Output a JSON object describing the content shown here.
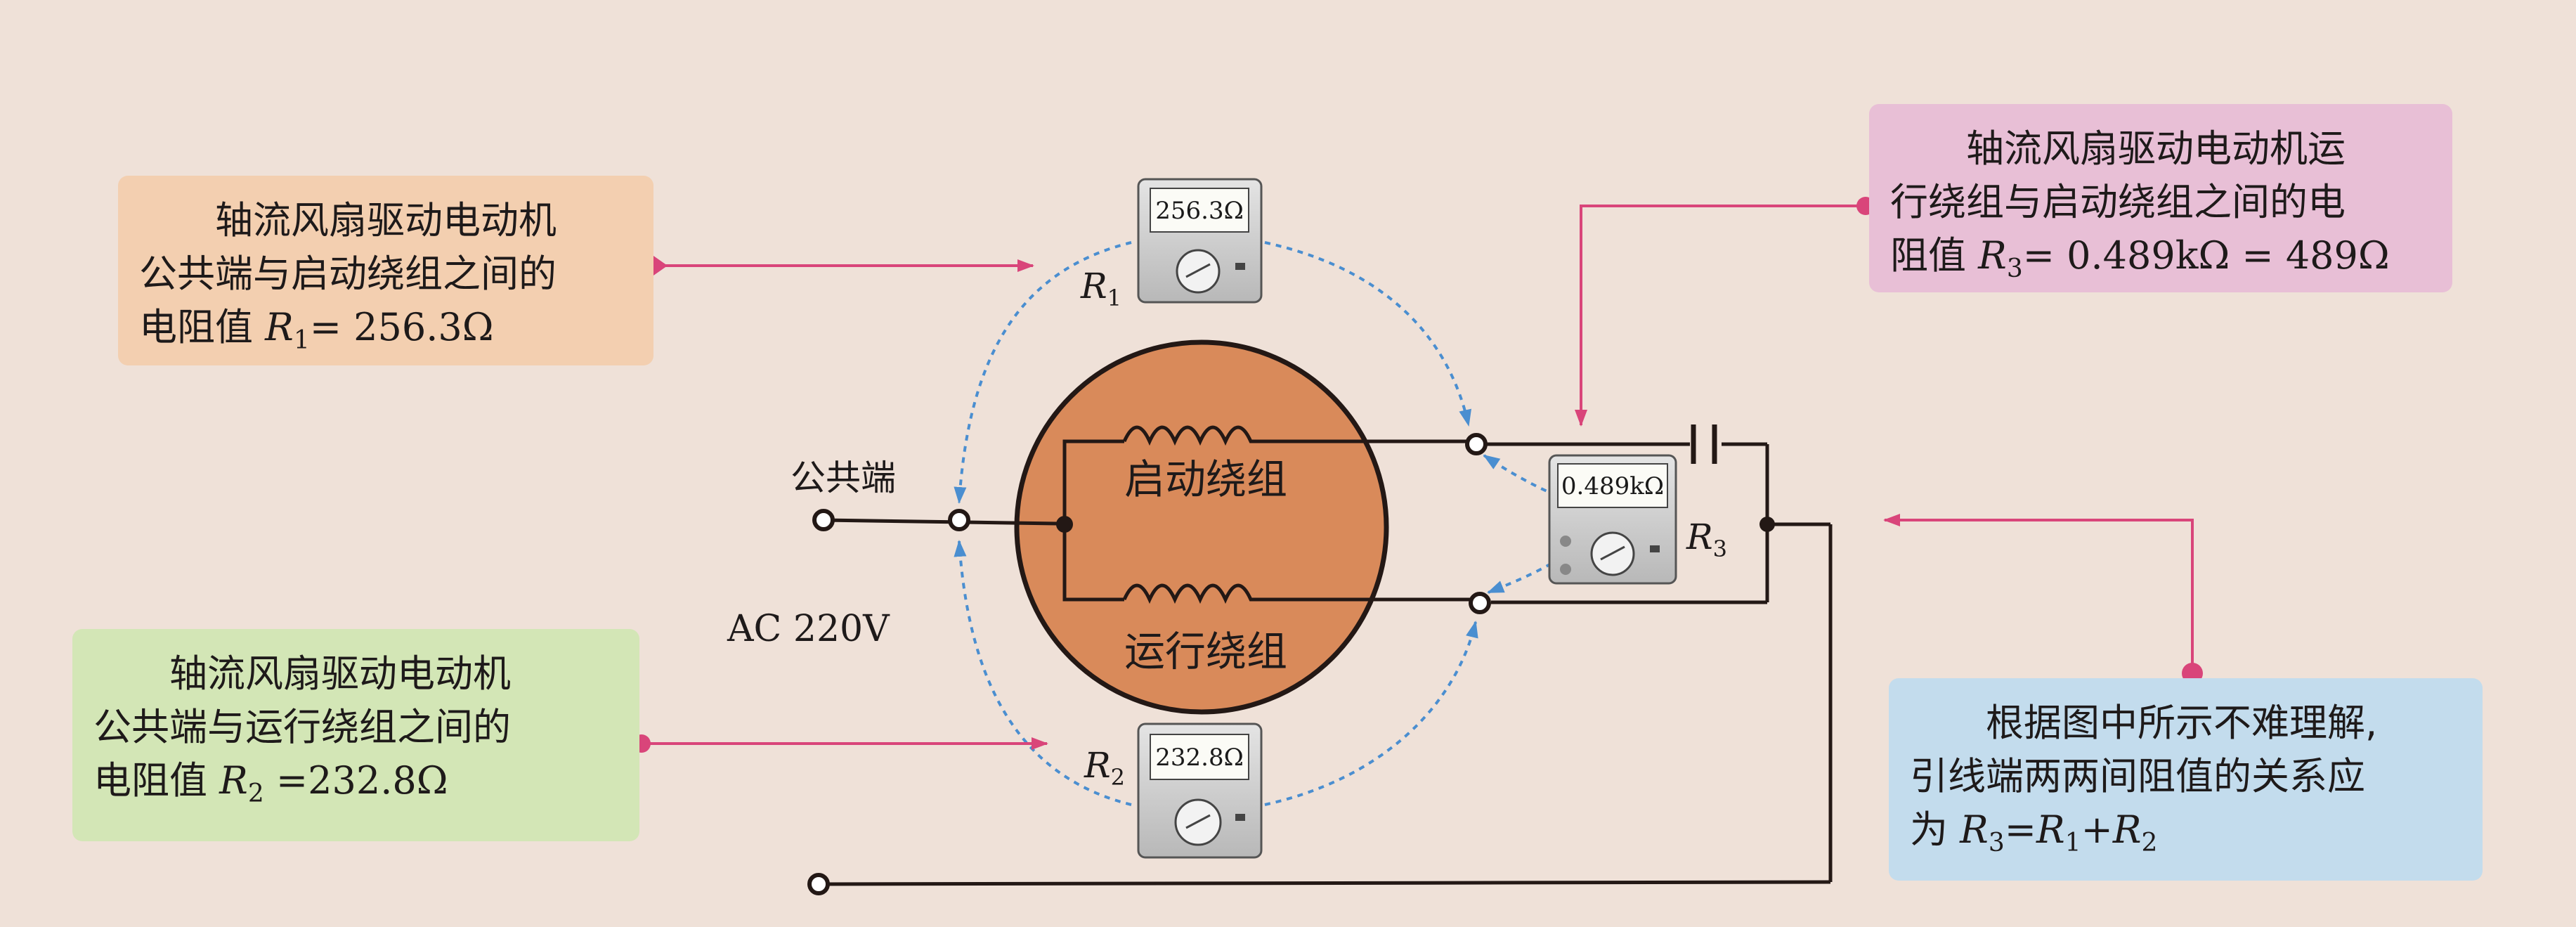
{
  "callouts": {
    "r1": {
      "line1": "轴流风扇驱动电动机",
      "line2": "公共端与启动绕组之间的",
      "line3_prefix": "电阻值 ",
      "line3_var": "R",
      "line3_sub": "1",
      "line3_value": "= 256.3Ω"
    },
    "r2": {
      "line1": "轴流风扇驱动电动机",
      "line2": "公共端与运行绕组之间的",
      "line3_prefix": "电阻值 ",
      "line3_var": "R",
      "line3_sub": "2",
      "line3_value": " =232.8Ω"
    },
    "r3": {
      "line1": "轴流风扇驱动电动机运",
      "line2": "行绕组与启动绕组之间的电",
      "line3_prefix": "阻值 ",
      "line3_var": "R",
      "line3_sub": "3",
      "line3_value": "= 0.489kΩ = 489Ω"
    },
    "relation": {
      "line1": "根据图中所示不难理解,",
      "line2": "引线端两两间阻值的关系应",
      "line3_prefix": "为 ",
      "eq_r3": "R",
      "eq_r3_sub": "3",
      "eq_equals": "=",
      "eq_r1": "R",
      "eq_r1_sub": "1",
      "eq_plus": "+",
      "eq_r2": "R",
      "eq_r2_sub": "2"
    }
  },
  "circuit": {
    "common_terminal": "公共端",
    "supply": "AC 220V",
    "start_winding": "启动绕组",
    "run_winding": "运行绕组"
  },
  "meters": {
    "m1": {
      "display": "256.3Ω",
      "label_var": "R",
      "label_sub": "1"
    },
    "m2": {
      "display": "232.8Ω",
      "label_var": "R",
      "label_sub": "2"
    },
    "m3": {
      "display": "0.489kΩ",
      "label_var": "R",
      "label_sub": "3"
    }
  },
  "colors": {
    "background": "#efe1d8",
    "motor": "#d98a5a",
    "pointer_line": "#d9457a",
    "probe_line": "#4a8ed0",
    "callout_r1": "#f3cfb0",
    "callout_r2": "#d3e6b6",
    "callout_r3": "#e8bfd6",
    "callout_relation": "#c3dced"
  }
}
